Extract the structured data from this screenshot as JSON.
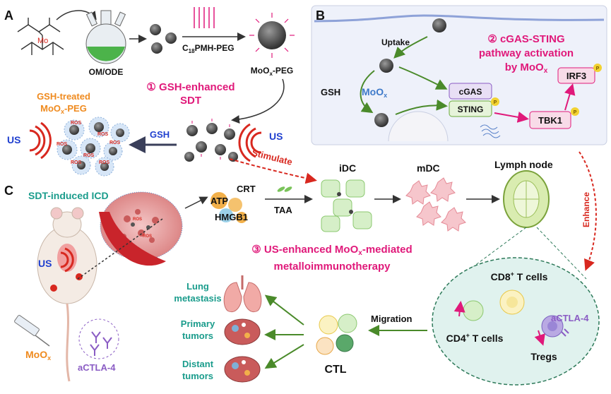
{
  "panels": {
    "a": "A",
    "b": "B",
    "c": "C"
  },
  "panel_a": {
    "mo_symbol": "Mo",
    "solvent": "OM/ODE",
    "surfactant": "C18PMH-PEG",
    "surfactant_main": "C",
    "surfactant_sub": "18",
    "surfactant_rest": "PMH-PEG",
    "product_main": "MoO",
    "product_sub": "x",
    "product_rest": "-PEG",
    "step1_line1": "① GSH-enhanced",
    "step1_line2": "SDT",
    "treated_line1": "GSH-treated",
    "treated_line2_main": "MoO",
    "treated_line2_sub": "x",
    "treated_line2_rest": "-PEG",
    "us": "US",
    "ros": "ROS",
    "gsh": "GSH",
    "stimulate": "Stimulate"
  },
  "panel_b": {
    "uptake": "Uptake",
    "gsh": "GSH",
    "moo_main": "MoO",
    "moo_sub": "x",
    "title_line1": "② cGAS-STING",
    "title_line2": "pathway activation",
    "title_line3_main": "by MoO",
    "title_line3_sub": "x",
    "cgas": "cGAS",
    "sting": "STING",
    "tbk1": "TBK1",
    "irf3": "IRF3",
    "p": "P"
  },
  "panel_c": {
    "sdt_icd": "SDT-induced ICD",
    "atp": "ATP",
    "crt": "CRT",
    "hmgb1": "HMGB1",
    "taa": "TAA",
    "idc": "iDC",
    "mdc": "mDC",
    "lymph_node": "Lymph node",
    "enhance": "Enhance",
    "step3_line1_main": "③ US-enhanced MoO",
    "step3_line1_sub": "x",
    "step3_line1_rest": "-mediated",
    "step3_line2": "metalloimmunotherapy",
    "us": "US",
    "lung_line1": "Lung",
    "lung_line2": "metastasis",
    "primary_line1": "Primary",
    "primary_line2": "tumors",
    "distant_line1": "Distant",
    "distant_line2": "tumors",
    "ctl": "CTL",
    "migration": "Migration",
    "cd8_main": "CD8",
    "cd8_sup": "+",
    "cd8_rest": " T cells",
    "cd4_main": "CD4",
    "cd4_sup": "+",
    "cd4_rest": " T cells",
    "actla4_top": "aCTLA-4",
    "tregs": "Tregs",
    "moo_main": "MoO",
    "moo_sub": "x",
    "actla4_bottom": "aCTLA-4"
  },
  "colors": {
    "magenta": "#e0197a",
    "teal": "#1a9c8c",
    "orange": "#ef8a1e",
    "blue": "#1f3fcf",
    "red": "#d8281f",
    "green_arrow": "#4a8a2a",
    "purple": "#8a5cc4"
  }
}
